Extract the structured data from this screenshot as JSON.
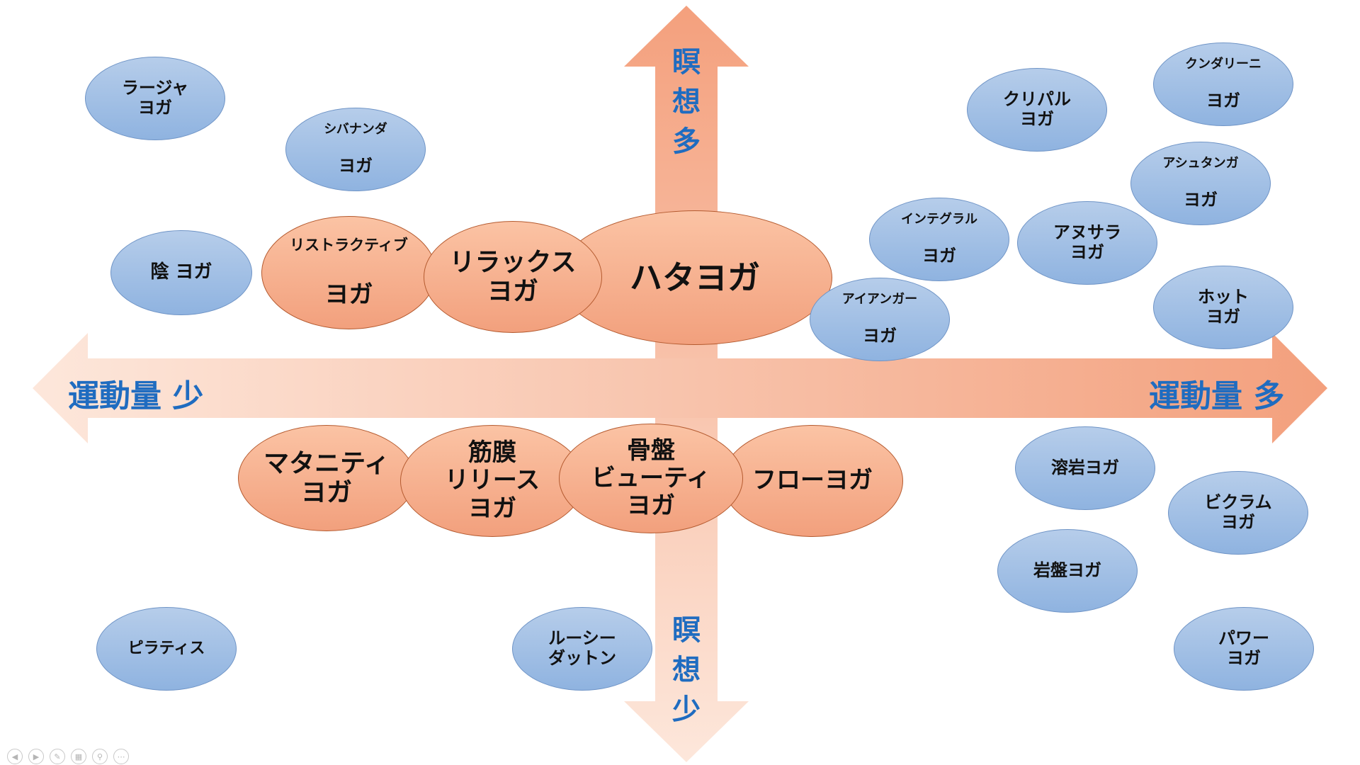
{
  "axes": {
    "vertical_top": "瞑\n想\n多",
    "vertical_bottom": "瞑\n想\n少",
    "horizontal_left": "運動量 少",
    "horizontal_right": "運動量 多"
  },
  "nodes": {
    "raja": "ラージャ\nヨガ",
    "sivananda_line1": "シバナンダ",
    "sivananda_line2": "ヨガ",
    "yin": "陰 ヨガ",
    "restorative_line1": "リストラクティブ",
    "restorative_line2": "ヨガ",
    "relax": "リラックス\nヨガ",
    "hatha": "ハタヨガ",
    "iyengar_line1": "アイアンガー",
    "iyengar_line2": "ヨガ",
    "integral_line1": "インテグラル",
    "integral_line2": "ヨガ",
    "kripalu": "クリパル\nヨガ",
    "kundalini_line1": "クンダリーニ",
    "kundalini_line2": "ヨガ",
    "ashtanga_line1": "アシュタンガ",
    "ashtanga_line2": "ヨガ",
    "anusara": "アヌサラ\nヨガ",
    "hot": "ホット\nヨガ",
    "maternity": "マタニティ\nヨガ",
    "fascia": "筋膜\nリリース\nヨガ",
    "pelvis": "骨盤\nビューティ\nヨガ",
    "flow": "フローヨガ",
    "lava": "溶岩ヨガ",
    "bikram": "ビクラム\nヨガ",
    "ganban": "岩盤ヨガ",
    "power": "パワー\nヨガ",
    "pilates": "ピラティス",
    "lucy": "ルーシー\nダットン"
  },
  "controls": [
    "prev-icon",
    "next-icon",
    "pen-icon",
    "slides-icon",
    "zoom-icon",
    "more-icon"
  ]
}
